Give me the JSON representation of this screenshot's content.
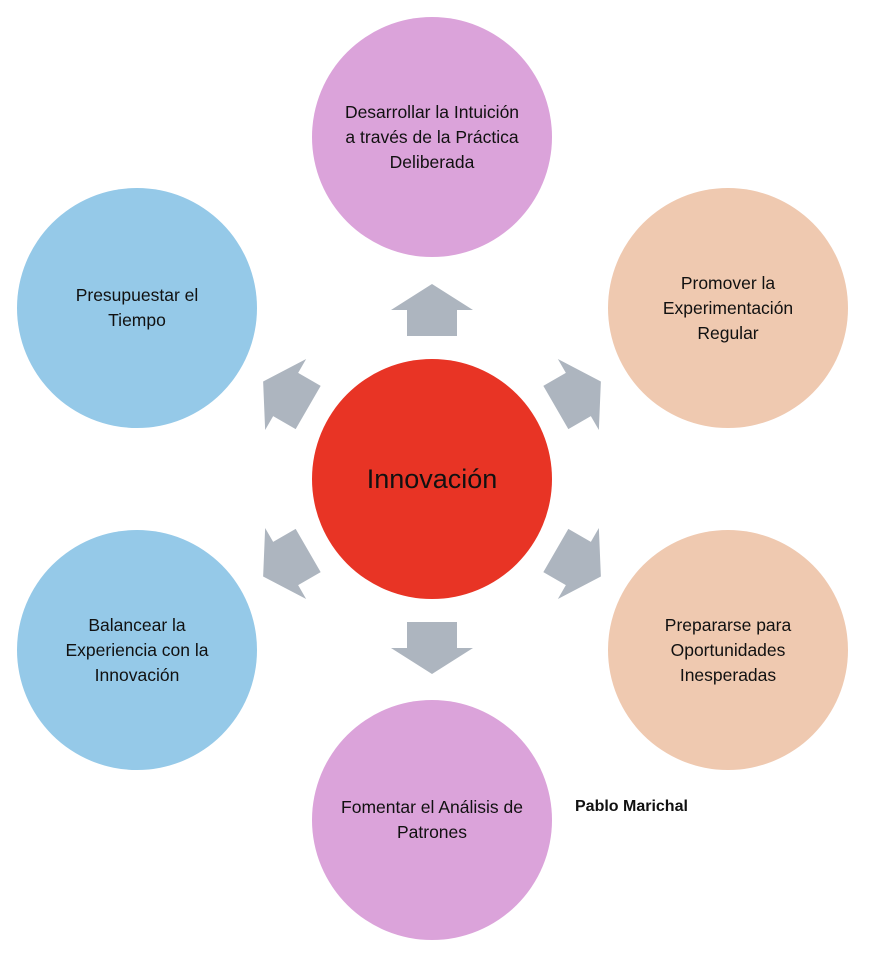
{
  "center": {
    "label": "Innovación",
    "color": "#e83425"
  },
  "nodes": [
    {
      "label": "Desarrollar la Intuición a través de la Práctica Deliberada",
      "color": "#dba3da"
    },
    {
      "label": "Promover la Experimentación Regular",
      "color": "#efc9b0"
    },
    {
      "label": "Prepararse para Oportunidades Inesperadas",
      "color": "#efc9b0"
    },
    {
      "label": "Fomentar el Análisis de Patrones",
      "color": "#dba3da"
    },
    {
      "label": "Balancear la Experiencia con la Innovación",
      "color": "#95c9e8"
    },
    {
      "label": "Presupuestar el Tiempo",
      "color": "#95c9e8"
    }
  ],
  "arrow_color": "#adb5bf",
  "author": "Pablo Marichal"
}
